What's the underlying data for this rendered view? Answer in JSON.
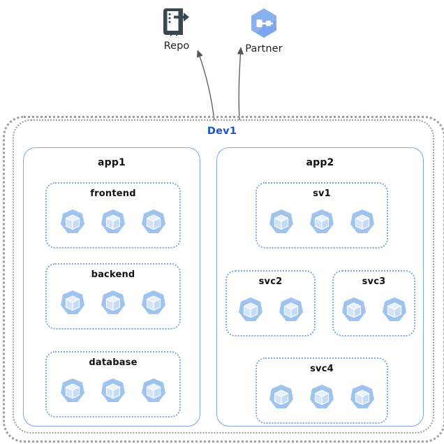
{
  "diagram": {
    "title": "Dev1",
    "external_nodes": [
      {
        "id": "repo",
        "label": "Repo",
        "icon": "repository-icon"
      },
      {
        "id": "partner",
        "label": "Partner",
        "icon": "partner-hexagon-icon"
      }
    ],
    "boundary": {
      "label": "Dev1",
      "label_color": "#1a56c4",
      "border_color": "#9e9e9e",
      "style": "dotted"
    },
    "apps": [
      {
        "id": "app1",
        "label": "app1",
        "border_color": "#7ba7e0",
        "services": [
          {
            "id": "frontend",
            "label": "frontend",
            "pod_count": 3,
            "pod_icon": "kubernetes-pod-icon"
          },
          {
            "id": "backend",
            "label": "backend",
            "pod_count": 3,
            "pod_icon": "kubernetes-pod-icon"
          },
          {
            "id": "database",
            "label": "database",
            "pod_count": 3,
            "pod_icon": "kubernetes-pod-icon"
          }
        ]
      },
      {
        "id": "app2",
        "label": "app2",
        "border_color": "#7ba7e0",
        "services": [
          {
            "id": "sv1",
            "label": "sv1",
            "pod_count": 3,
            "pod_icon": "kubernetes-pod-icon"
          },
          {
            "id": "svc2",
            "label": "svc2",
            "pod_count": 2,
            "pod_icon": "kubernetes-pod-icon"
          },
          {
            "id": "svc3",
            "label": "svc3",
            "pod_count": 2,
            "pod_icon": "kubernetes-pod-icon"
          },
          {
            "id": "svc4",
            "label": "svc4",
            "pod_count": 3,
            "pod_icon": "kubernetes-pod-icon"
          }
        ]
      }
    ],
    "edges": [
      {
        "from": "frontend",
        "to": "backend",
        "style": "straight-arrow",
        "color": "#6b6b6b"
      },
      {
        "from": "backend",
        "to": "database",
        "style": "straight-arrow",
        "color": "#6b6b6b"
      },
      {
        "from": "sv1",
        "to": "svc2",
        "style": "elbow-arrow",
        "color": "#5f5f5f"
      },
      {
        "from": "sv1",
        "to": "svc3",
        "style": "elbow-arrow",
        "color": "#5f5f5f"
      },
      {
        "from": "svc2",
        "to": "svc4",
        "style": "elbow-arrow",
        "color": "#5f5f5f"
      },
      {
        "from": "Dev1",
        "to": "repo",
        "style": "curved-arrow",
        "color": "#555555"
      },
      {
        "from": "Dev1",
        "to": "partner",
        "style": "curved-arrow",
        "color": "#555555"
      }
    ],
    "colors": {
      "pod_fill": "#9fc3ef",
      "pod_inner": "#d3e4f8",
      "app_border": "#7ba7e0",
      "svc_border": "#7ba7e0",
      "boundary": "#9e9e9e",
      "accent": "#1a56c4",
      "partner_hex": "#8ab0f0",
      "repo_icon": "#37474f"
    }
  }
}
